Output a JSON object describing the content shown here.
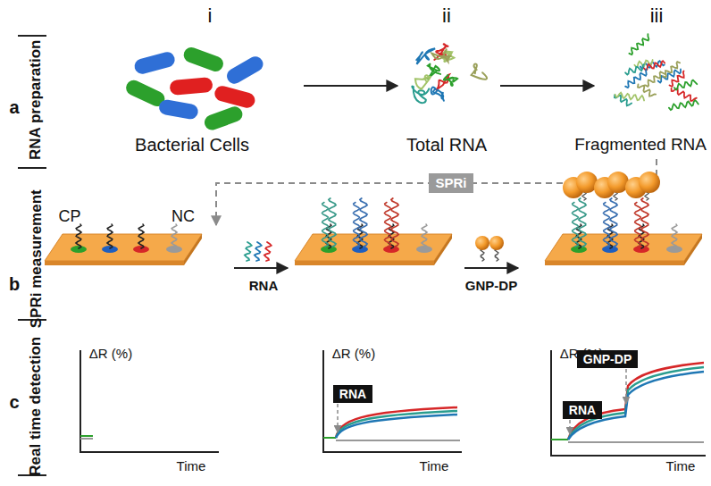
{
  "diagram": {
    "nodes": [
      {
        "text": [
          "SPRi"
        ]
      },
      {
        "text": [
          "RNA"
        ]
      },
      {
        "text": [
          "RNA"
        ]
      },
      {
        "text": [
          "GNP-DP"
        ]
      }
    ],
    "labels": [
      "i",
      "ii",
      "iii",
      "a",
      "RNA preparation",
      "Bacterial Cells",
      "Total RNA",
      "Fragmented RNA",
      "b",
      "SPRi measurement",
      "CP",
      "NC",
      "RNA",
      "GNP-DP",
      "c",
      "Real time detection",
      "ΔR (%)",
      "Time",
      "ΔR (%)",
      "Time",
      "ΔR (%)",
      "Time"
    ]
  }
}
